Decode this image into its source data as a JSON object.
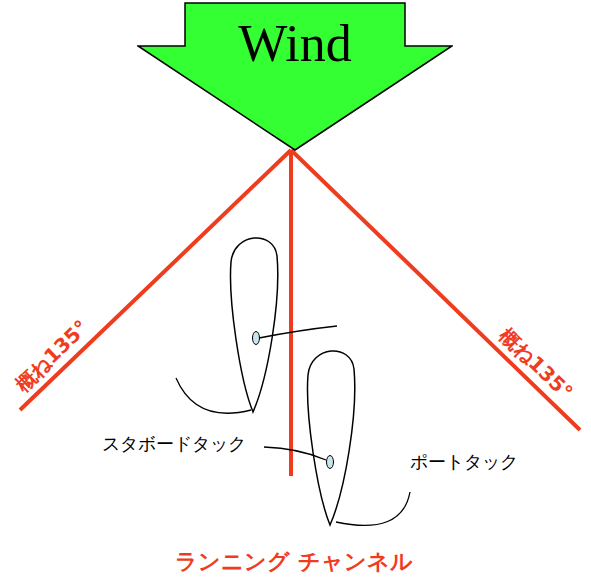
{
  "diagram": {
    "nodes": [
      {
        "text": [
          "Wind"
        ]
      }
    ],
    "labels": [
      "概ね135°",
      "概ね135°",
      "スタボードタック",
      "ポートタック",
      "ランニング チャンネル"
    ]
  }
}
